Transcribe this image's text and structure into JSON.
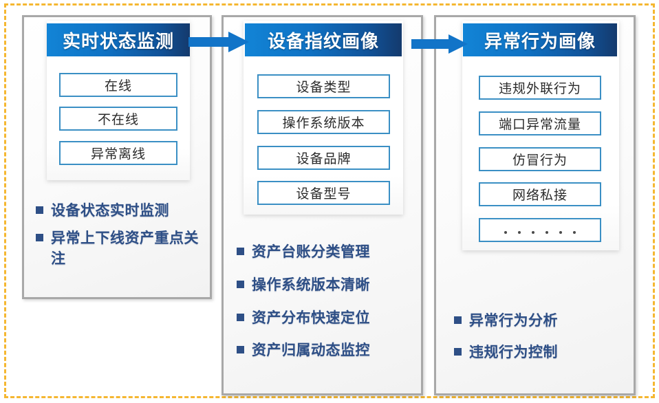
{
  "frame": {
    "border_color": "#f5b731",
    "style": "dashed"
  },
  "theme": {
    "header_gradient_start": "#1284d6",
    "header_gradient_end": "#143a6d",
    "box_border": "#3a8fc4",
    "bullet_color": "#2e4f86",
    "arrow_color": "#1274c8",
    "panel_border": "#a8a8a8"
  },
  "arrows": [
    {
      "name": "arrow-col1-to-col2",
      "direction": "right"
    },
    {
      "name": "arrow-col2-to-col3",
      "direction": "right"
    }
  ],
  "columns": [
    {
      "id": "realtime-status-monitoring",
      "header": "实时状态监测",
      "items": [
        {
          "label": "在线"
        },
        {
          "label": "不在线"
        },
        {
          "label": "异常离线"
        }
      ],
      "bullets": [
        "设备状态实时监测",
        "异常上下线资产重点关注"
      ]
    },
    {
      "id": "device-fingerprint-profile",
      "header": "设备指纹画像",
      "items": [
        {
          "label": "设备类型"
        },
        {
          "label": "操作系统版本"
        },
        {
          "label": "设备品牌"
        },
        {
          "label": "设备型号"
        }
      ],
      "bullets": [
        "资产台账分类管理",
        "操作系统版本清晰",
        "资产分布快速定位",
        "资产归属动态监控"
      ]
    },
    {
      "id": "abnormal-behavior-profile",
      "header": "异常行为画像",
      "items": [
        {
          "label": "违规外联行为"
        },
        {
          "label": "端口异常流量"
        },
        {
          "label": "仿冒行为"
        },
        {
          "label": "网络私接"
        },
        {
          "label": "",
          "dots": 6
        }
      ],
      "bullets": [
        "异常行为分析",
        "违规行为控制"
      ]
    }
  ]
}
